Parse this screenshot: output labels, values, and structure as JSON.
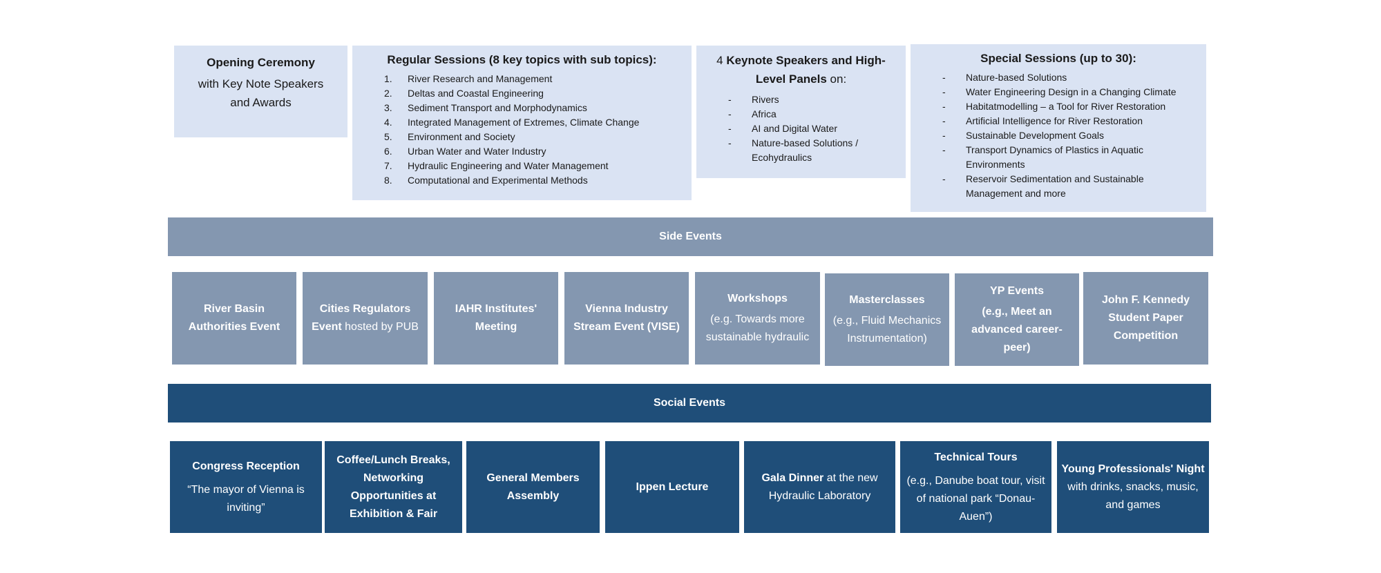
{
  "top": {
    "opening": {
      "title": "Opening Ceremony",
      "line1": "with Key Note Speakers",
      "line2": "and Awards"
    },
    "regular": {
      "title": "Regular Sessions (8 key topics with sub topics):",
      "items": [
        {
          "num": "1.",
          "text": "River Research and Management"
        },
        {
          "num": "2.",
          "text": "Deltas and Coastal Engineering"
        },
        {
          "num": "3.",
          "text": "Sediment Transport and Morphodynamics"
        },
        {
          "num": "4.",
          "text": "Integrated Management of Extremes, Climate Change"
        },
        {
          "num": "5.",
          "text": "Environment and Society"
        },
        {
          "num": "6.",
          "text": "Urban Water and Water Industry"
        },
        {
          "num": "7.",
          "text": "Hydraulic Engineering and Water Management"
        },
        {
          "num": "8.",
          "text": "Computational and Experimental Methods"
        }
      ]
    },
    "keynote": {
      "prefix": "4 ",
      "bold1": "Keynote Speakers and High-",
      "bold2": "Level Panels",
      "suffix": " on:",
      "items": [
        "Rivers",
        "Africa",
        "AI and Digital Water",
        "Nature-based Solutions /",
        "Ecohydraulics"
      ]
    },
    "special": {
      "title": "Special Sessions (up to 30):",
      "items": [
        "Nature-based Solutions",
        "Water Engineering Design in a Changing Climate",
        "Habitatmodelling – a Tool for River Restoration",
        "Artificial Intelligence for River Restoration",
        "Sustainable Development Goals",
        "Transport Dynamics of Plastics in Aquatic Environments",
        "Reservoir Sedimentation and Sustainable Management and more"
      ]
    }
  },
  "side_events": {
    "header": "Side Events",
    "cards": [
      {
        "bold": "River Basin Authorities Event",
        "rest": "",
        "sub": ""
      },
      {
        "bold": "Cities Regulators Event",
        "rest": " hosted by PUB",
        "sub": ""
      },
      {
        "bold": "IAHR Institutes' Meeting",
        "rest": "",
        "sub": ""
      },
      {
        "bold": "Vienna Industry Stream Event (VISE)",
        "rest": "",
        "sub": ""
      },
      {
        "bold": "Workshops",
        "rest": "",
        "sub": "(e.g. Towards more sustainable hydraulic"
      },
      {
        "bold": "Masterclasses",
        "rest": "",
        "sub": "(e.g., Fluid Mechanics Instrumentation)"
      },
      {
        "bold": "YP Events",
        "rest": "",
        "sub_bold": "(e.g., Meet an advanced career-peer)"
      },
      {
        "bold": "John F. Kennedy Student Paper Competition",
        "rest": "",
        "sub": ""
      }
    ]
  },
  "social_events": {
    "header": "Social Events",
    "cards": [
      {
        "bold": "Congress Reception",
        "rest": "",
        "sub": "“The mayor of Vienna is inviting”"
      },
      {
        "bold": "Coffee/Lunch Breaks, Networking Opportunities at Exhibition & Fair",
        "rest": "",
        "sub": ""
      },
      {
        "bold": "General Members Assembly",
        "rest": "",
        "sub": ""
      },
      {
        "bold": "Ippen Lecture",
        "rest": "",
        "sub": ""
      },
      {
        "bold": "Gala Dinner",
        "rest": " at the new Hydraulic Laboratory",
        "sub": ""
      },
      {
        "bold": "Technical Tours",
        "rest": "",
        "sub": "(e.g., Danube boat tour, visit of national park “Donau-Auen”)"
      },
      {
        "bold": "Young Professionals' Night",
        "rest": " with drinks, snacks, music, and games",
        "sub": ""
      }
    ]
  },
  "colors": {
    "light_box": "#dae3f3",
    "side_events": "#8497b0",
    "social_events": "#1f4e79"
  }
}
